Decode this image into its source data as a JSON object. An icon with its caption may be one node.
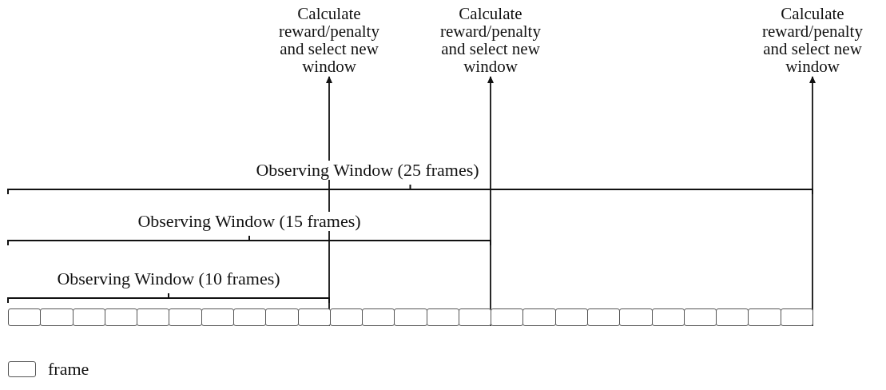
{
  "diagram": {
    "nodes": [
      {
        "text": [
          "Calculate reward/penalty and select new window"
        ]
      },
      {
        "text": [
          "Calculate reward/penalty and select new window"
        ]
      },
      {
        "text": [
          "Calculate reward/penalty and select new window"
        ]
      },
      {
        "text": [],
        "shape": "box"
      },
      {
        "text": [],
        "shape": "box"
      },
      {
        "text": [],
        "shape": "box"
      },
      {
        "text": [],
        "shape": "box"
      },
      {
        "text": [],
        "shape": "box"
      },
      {
        "text": [],
        "shape": "box"
      },
      {
        "text": [],
        "shape": "box"
      },
      {
        "text": [],
        "shape": "box"
      },
      {
        "text": [],
        "shape": "box"
      },
      {
        "text": [],
        "shape": "box"
      },
      {
        "text": [],
        "shape": "box"
      },
      {
        "text": [],
        "shape": "box"
      },
      {
        "text": [],
        "shape": "box"
      },
      {
        "text": [],
        "shape": "box"
      },
      {
        "text": [],
        "shape": "box"
      },
      {
        "text": [],
        "shape": "box"
      },
      {
        "text": [],
        "shape": "box"
      },
      {
        "text": [],
        "shape": "box"
      },
      {
        "text": [],
        "shape": "box"
      },
      {
        "text": [],
        "shape": "box"
      },
      {
        "text": [],
        "shape": "box"
      },
      {
        "text": [],
        "shape": "box"
      },
      {
        "text": [],
        "shape": "box"
      },
      {
        "text": [],
        "shape": "box"
      },
      {
        "text": [],
        "shape": "box"
      }
    ],
    "edges": [
      {
        "from": 12,
        "to": 0,
        "arrow": "to"
      },
      {
        "from": 17,
        "to": 1,
        "arrow": "to"
      },
      {
        "from": 27,
        "to": 2,
        "arrow": "to"
      }
    ],
    "labels": [
      "Observing Window (25 frames)",
      "Observing Window (15 frames)",
      "Observing Window (10 frames)"
    ],
    "legend": [
      {
        "text": "frame"
      }
    ]
  }
}
